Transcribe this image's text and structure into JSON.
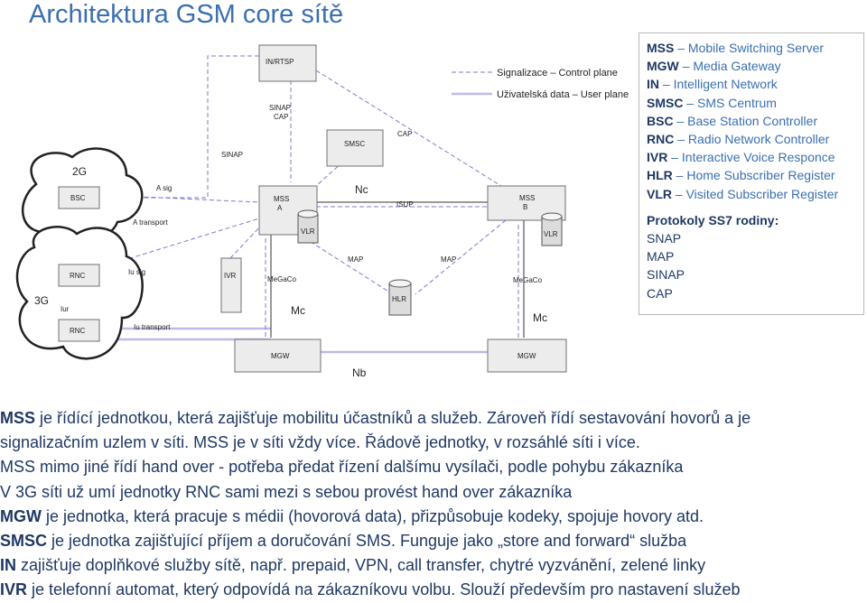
{
  "title": "Architektura GSM core sítě",
  "legend": {
    "items": [
      {
        "abbr": "MSS",
        "desc": "Mobile Switching Server"
      },
      {
        "abbr": "MGW",
        "desc": "Media Gateway"
      },
      {
        "abbr": "IN",
        "desc": "Intelligent Network"
      },
      {
        "abbr": "SMSC",
        "desc": "SMS Centrum"
      },
      {
        "abbr": "BSC",
        "desc": "Base Station Controller"
      },
      {
        "abbr": "RNC",
        "desc": "Radio Network Controller"
      },
      {
        "abbr": "IVR",
        "desc": "Interactive Voice Responce"
      },
      {
        "abbr": "HLR",
        "desc": "Home Subscriber Register"
      },
      {
        "abbr": "VLR",
        "desc": "Visited Subscriber Register"
      }
    ],
    "protocols_title": "Protokoly SS7 rodiny:",
    "protocols": [
      "SNAP",
      "MAP",
      "SINAP",
      "CAP"
    ]
  },
  "diagram": {
    "nodes": {
      "in_rtsp": "IN/RTSP",
      "sinap_cap": "SINAP",
      "sinap_cap2": "CAP",
      "smsc": "SMSC",
      "mss_a": "MSS",
      "mss_a_sub": "A",
      "mss_b": "MSS",
      "mss_b_sub": "B",
      "vlr_a": "VLR",
      "vlr_b": "VLR",
      "hlr": "HLR",
      "ivr": "IVR",
      "mgw_a": "MGW",
      "mgw_b": "MGW",
      "bsc": "BSC",
      "rnc1": "RNC",
      "rnc2": "RNC",
      "g2": "2G",
      "g3": "3G"
    },
    "labels": {
      "sinap": "SINAP",
      "a_sig": "A sig",
      "a_transport": "A transport",
      "iu_sig": "Iu sig",
      "iu_transport": "Iu transport",
      "iur": "Iur",
      "nc": "Nc",
      "isup": "ISUP",
      "cap": "CAP",
      "map1": "MAP",
      "map2": "MAP",
      "megaco1": "MeGaCo",
      "megaco2": "MeGaCo",
      "mc1": "Mc",
      "mc2": "Mc",
      "nb": "Nb"
    },
    "key": {
      "control": "Signalizace – Control plane",
      "user": "Uživatelská data – User plane"
    },
    "colors": {
      "control_line": "#7b7bd0",
      "user_line": "#c2b8ea",
      "box_fill": "#ececec",
      "title": "#3a6fb0"
    }
  },
  "description": {
    "l1": {
      "b": "MSS",
      "t": " je řídící jednotkou, která zajišťuje mobilitu účastníků a služeb. Zároveň řídí sestavování hovorů a je"
    },
    "l2": "signalizačním uzlem v síti. MSS je v síti vždy více. Řádově jednotky, v rozsáhlé síti i více.",
    "l3": "MSS mimo jiné řídí hand over - potřeba předat řízení dalšímu vysílači, podle pohybu zákazníka",
    "l4": "V 3G síti už umí jednotky RNC sami mezi s sebou provést hand over zákazníka",
    "l5": {
      "b": "MGW",
      "t": " je jednotka, která pracuje s médii (hovorová data), přizpůsobuje kodeky, spojuje hovory atd."
    },
    "l6": {
      "b": "SMSC",
      "t": " je jednotka zajišťující příjem a doručování SMS. Funguje jako „store and forward“ služba"
    },
    "l7": {
      "b": "IN",
      "t": " zajišťuje doplňkové služby sítě, např. prepaid, VPN, call transfer, chytré vyzvánění, zelené linky"
    },
    "l8": {
      "b": "IVR",
      "t": " je telefonní automat, který odpovídá na zákazníkovu volbu. Slouží především pro nastavení služeb"
    }
  }
}
